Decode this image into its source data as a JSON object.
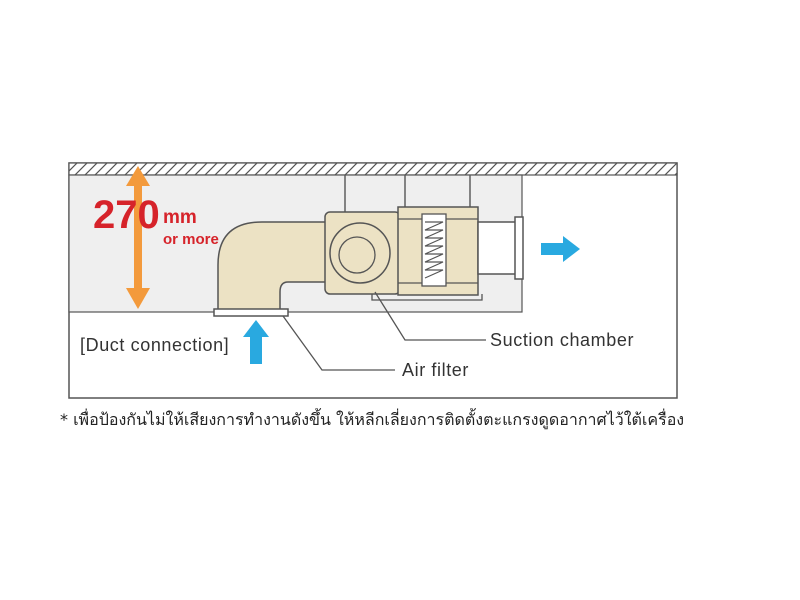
{
  "dimension": {
    "value": "270",
    "unit": "mm",
    "qualifier": "or more"
  },
  "labels": {
    "duct_connection": "[Duct  connection]",
    "suction_chamber": "Suction  chamber",
    "air_filter": "Air  filter"
  },
  "note": "*  เพื่อป้องกันไม่ให้เสียงการทำงานดังขึ้น ให้หลีกเลี่ยงการติดตั้งตะแกรงดูดอากาศไว้ใต้เครื่อง",
  "colors": {
    "ceiling_fill": "#efefef",
    "unit_fill": "#ece2c4",
    "unit_stroke": "#555555",
    "dimension_arrow": "#f39a3c",
    "dimension_text": "#d6232a",
    "airflow_arrow": "#29a9e0"
  },
  "icons": [
    "airflow-in-arrow",
    "airflow-out-arrow",
    "dimension-double-arrow"
  ]
}
